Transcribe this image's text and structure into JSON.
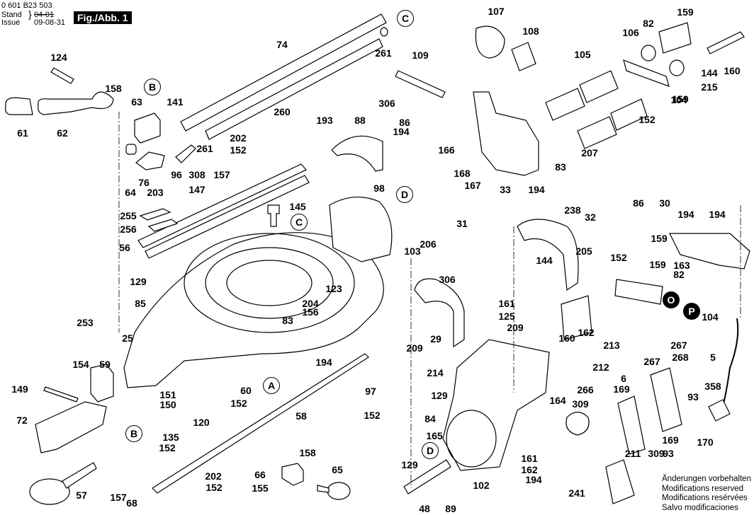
{
  "header": {
    "part_number": "0 601 B23 503",
    "stand_label": "Stand",
    "issue_label": "Issue",
    "old_date": "04-01",
    "new_date": "09-08-31",
    "figure": "Fig./Abb. 1"
  },
  "notes": [
    "Änderungen vorbehalten",
    "Modifications reserved",
    "Modifications resérvées",
    "Salvo modificaciones"
  ],
  "reference_markers": [
    {
      "id": "C-top",
      "label": "C"
    },
    {
      "id": "B-top",
      "label": "B"
    },
    {
      "id": "D-top",
      "label": "D"
    },
    {
      "id": "C-mid",
      "label": "C"
    },
    {
      "id": "A",
      "label": "A"
    },
    {
      "id": "B-bottom",
      "label": "B"
    },
    {
      "id": "D-bottom",
      "label": "D"
    },
    {
      "id": "O",
      "label": "O"
    },
    {
      "id": "P",
      "label": "P"
    }
  ],
  "parts": [
    "124",
    "158",
    "61",
    "62",
    "63",
    "141",
    "64",
    "76",
    "203",
    "96",
    "308",
    "157",
    "261",
    "202",
    "152",
    "74",
    "260",
    "261",
    "193",
    "88",
    "147",
    "255",
    "256",
    "56",
    "145",
    "98",
    "129",
    "85",
    "123",
    "204",
    "156",
    "83",
    "253",
    "25",
    "194",
    "154",
    "59",
    "149",
    "151",
    "150",
    "60",
    "152",
    "97",
    "152",
    "72",
    "135",
    "120",
    "152",
    "58",
    "57",
    "157",
    "68",
    "202",
    "152",
    "66",
    "155",
    "158",
    "65",
    "107",
    "108",
    "109",
    "306",
    "86",
    "194",
    "166",
    "168",
    "167",
    "33",
    "194",
    "83",
    "207",
    "105",
    "106",
    "82",
    "159",
    "104",
    "152",
    "159",
    "160",
    "215",
    "144",
    "238",
    "32",
    "144",
    "205",
    "103",
    "206",
    "31",
    "306",
    "86",
    "30",
    "194",
    "194",
    "163",
    "82",
    "152",
    "159",
    "159",
    "104",
    "160",
    "162",
    "161",
    "125",
    "209",
    "209",
    "29",
    "214",
    "213",
    "212",
    "266",
    "267",
    "268",
    "267",
    "6",
    "5",
    "358",
    "129",
    "84",
    "165",
    "164",
    "309",
    "169",
    "93",
    "211",
    "309",
    "93",
    "169",
    "170",
    "161",
    "162",
    "194",
    "102",
    "129",
    "48",
    "89",
    "241"
  ]
}
